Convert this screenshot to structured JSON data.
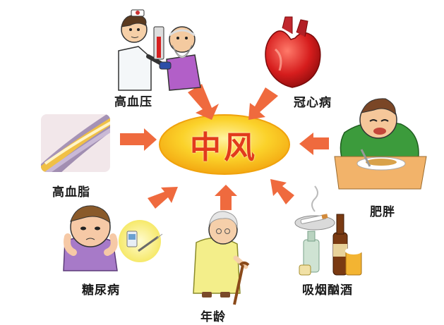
{
  "diagram": {
    "center": {
      "label": "中风",
      "fill": "#f9c81b",
      "text_color": "#e23a1c"
    },
    "factors": [
      {
        "id": "hypertension",
        "label": "高血压",
        "icon": "doctor-measuring-blood-pressure-icon"
      },
      {
        "id": "coronary",
        "label": "冠心病",
        "icon": "heart-icon"
      },
      {
        "id": "hyperlipidemia",
        "label": "高血脂",
        "icon": "clogged-artery-icon"
      },
      {
        "id": "obesity",
        "label": "肥胖",
        "icon": "overweight-man-eating-icon"
      },
      {
        "id": "diabetes",
        "label": "糖尿病",
        "icon": "sick-child-with-syringe-icon"
      },
      {
        "id": "age",
        "label": "年龄",
        "icon": "elderly-woman-with-cane-icon"
      },
      {
        "id": "smoking_drinking",
        "label": "吸烟酗酒",
        "icon": "cigarettes-and-bottles-icon"
      }
    ],
    "arrow_color": "#ef6a3e"
  }
}
